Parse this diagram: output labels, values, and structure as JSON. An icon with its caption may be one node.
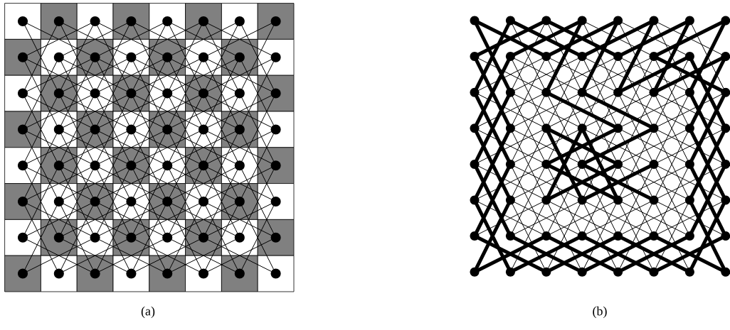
{
  "diagram": {
    "nodes": [
      {
        "text": [],
        "shape": "circle"
      },
      {
        "text": [],
        "shape": "circle"
      },
      {
        "text": [],
        "shape": "circle"
      },
      {
        "text": [],
        "shape": "circle"
      },
      {
        "text": [],
        "shape": "circle"
      },
      {
        "text": [],
        "shape": "circle"
      },
      {
        "text": [],
        "shape": "circle"
      },
      {
        "text": [],
        "shape": "circle"
      },
      {
        "text": [],
        "shape": "circle"
      },
      {
        "text": [],
        "shape": "circle"
      },
      {
        "text": [],
        "shape": "circle"
      },
      {
        "text": [],
        "shape": "circle"
      },
      {
        "text": [],
        "shape": "circle"
      },
      {
        "text": [],
        "shape": "circle"
      },
      {
        "text": [],
        "shape": "circle"
      },
      {
        "text": [],
        "shape": "circle"
      },
      {
        "text": [],
        "shape": "circle"
      },
      {
        "text": [],
        "shape": "circle"
      },
      {
        "text": [],
        "shape": "circle"
      },
      {
        "text": [],
        "shape": "circle"
      },
      {
        "text": [],
        "shape": "circle"
      },
      {
        "text": [],
        "shape": "circle"
      },
      {
        "text": [],
        "shape": "circle"
      },
      {
        "text": [],
        "shape": "circle"
      },
      {
        "text": [],
        "shape": "circle"
      },
      {
        "text": [],
        "shape": "circle"
      },
      {
        "text": [],
        "shape": "circle"
      },
      {
        "text": [],
        "shape": "circle"
      },
      {
        "text": [],
        "shape": "circle"
      },
      {
        "text": [],
        "shape": "circle"
      },
      {
        "text": [],
        "shape": "circle"
      },
      {
        "text": [],
        "shape": "circle"
      },
      {
        "text": [],
        "shape": "circle"
      },
      {
        "text": [],
        "shape": "circle"
      },
      {
        "text": [],
        "shape": "circle"
      },
      {
        "text": [],
        "shape": "circle"
      },
      {
        "text": [],
        "shape": "circle"
      },
      {
        "text": [],
        "shape": "circle"
      },
      {
        "text": [],
        "shape": "circle"
      },
      {
        "text": [],
        "shape": "circle"
      },
      {
        "text": [],
        "shape": "circle"
      },
      {
        "text": [],
        "shape": "circle"
      },
      {
        "text": [],
        "shape": "circle"
      },
      {
        "text": [],
        "shape": "circle"
      },
      {
        "text": [],
        "shape": "circle"
      },
      {
        "text": [],
        "shape": "circle"
      },
      {
        "text": [],
        "shape": "circle"
      },
      {
        "text": [],
        "shape": "circle"
      },
      {
        "text": [],
        "shape": "circle"
      },
      {
        "text": [],
        "shape": "circle"
      },
      {
        "text": [],
        "shape": "circle"
      },
      {
        "text": [],
        "shape": "circle"
      },
      {
        "text": [],
        "shape": "circle"
      },
      {
        "text": [],
        "shape": "circle"
      },
      {
        "text": [],
        "shape": "circle"
      },
      {
        "text": [],
        "shape": "circle"
      },
      {
        "text": [],
        "shape": "circle"
      },
      {
        "text": [],
        "shape": "circle"
      },
      {
        "text": [],
        "shape": "circle"
      },
      {
        "text": [],
        "shape": "circle"
      },
      {
        "text": [],
        "shape": "circle"
      },
      {
        "text": [],
        "shape": "circle"
      },
      {
        "text": [],
        "shape": "circle"
      },
      {
        "text": [],
        "shape": "circle"
      },
      {
        "text": [],
        "shape": "circle"
      },
      {
        "text": [],
        "shape": "circle"
      },
      {
        "text": [],
        "shape": "circle"
      },
      {
        "text": [],
        "shape": "circle"
      },
      {
        "text": [],
        "shape": "circle"
      },
      {
        "text": [],
        "shape": "circle"
      },
      {
        "text": [],
        "shape": "circle"
      },
      {
        "text": [],
        "shape": "circle"
      },
      {
        "text": [],
        "shape": "circle"
      },
      {
        "text": [],
        "shape": "circle"
      },
      {
        "text": [],
        "shape": "circle"
      },
      {
        "text": [],
        "shape": "circle"
      },
      {
        "text": [],
        "shape": "circle"
      },
      {
        "text": [],
        "shape": "circle"
      },
      {
        "text": [],
        "shape": "circle"
      },
      {
        "text": [],
        "shape": "circle"
      },
      {
        "text": [],
        "shape": "circle"
      },
      {
        "text": [],
        "shape": "circle"
      },
      {
        "text": [],
        "shape": "circle"
      },
      {
        "text": [],
        "shape": "circle"
      },
      {
        "text": [],
        "shape": "circle"
      },
      {
        "text": [],
        "shape": "circle"
      },
      {
        "text": [],
        "shape": "circle"
      },
      {
        "text": [],
        "shape": "circle"
      },
      {
        "text": [],
        "shape": "circle"
      },
      {
        "text": [],
        "shape": "circle"
      },
      {
        "text": [],
        "shape": "circle"
      },
      {
        "text": [],
        "shape": "circle"
      },
      {
        "text": [],
        "shape": "circle"
      },
      {
        "text": [],
        "shape": "circle"
      },
      {
        "text": [],
        "shape": "circle"
      },
      {
        "text": [],
        "shape": "circle"
      },
      {
        "text": [],
        "shape": "circle"
      },
      {
        "text": [],
        "shape": "circle"
      },
      {
        "text": [],
        "shape": "circle"
      },
      {
        "text": [],
        "shape": "circle"
      },
      {
        "text": [],
        "shape": "circle"
      },
      {
        "text": [],
        "shape": "circle"
      },
      {
        "text": [],
        "shape": "circle"
      },
      {
        "text": [],
        "shape": "circle"
      },
      {
        "text": [],
        "shape": "circle"
      },
      {
        "text": [],
        "shape": "circle"
      },
      {
        "text": [],
        "shape": "circle"
      },
      {
        "text": [],
        "shape": "circle"
      },
      {
        "text": [],
        "shape": "circle"
      },
      {
        "text": [],
        "shape": "circle"
      },
      {
        "text": [],
        "shape": "circle"
      },
      {
        "text": [],
        "shape": "circle"
      },
      {
        "text": [],
        "shape": "circle"
      },
      {
        "text": [],
        "shape": "circle"
      },
      {
        "text": [],
        "shape": "circle"
      },
      {
        "text": [],
        "shape": "circle"
      },
      {
        "text": [],
        "shape": "circle"
      },
      {
        "text": [],
        "shape": "circle"
      },
      {
        "text": [],
        "shape": "circle"
      },
      {
        "text": [],
        "shape": "circle"
      },
      {
        "text": [],
        "shape": "circle"
      },
      {
        "text": [],
        "shape": "circle"
      },
      {
        "text": [],
        "shape": "circle"
      },
      {
        "text": [],
        "shape": "circle"
      },
      {
        "text": [],
        "shape": "circle"
      },
      {
        "text": [],
        "shape": "circle"
      },
      {
        "text": [],
        "shape": "circle"
      },
      {
        "text": [],
        "shape": "circle"
      }
    ],
    "edges": [
      {
        "from": 0,
        "to": 10,
        "arrow": "none"
      },
      {
        "from": 0,
        "to": 17,
        "arrow": "none"
      },
      {
        "from": 1,
        "to": 11,
        "arrow": "none"
      },
      {
        "from": 1,
        "to": 18,
        "arrow": "none"
      },
      {
        "from": 1,
        "to": 16,
        "arrow": "none"
      },
      {
        "from": 2,
        "to": 12,
        "arrow": "none"
      },
      {
        "from": 2,
        "to": 8,
        "arrow": "none"
      },
      {
        "from": 2,
        "to": 19,
        "arrow": "none"
      },
      {
        "from": 2,
        "to": 17,
        "arrow": "none"
      },
      {
        "from": 3,
        "to": 13,
        "arrow": "none"
      },
      {
        "from": 3,
        "to": 9,
        "arrow": "none"
      },
      {
        "from": 3,
        "to": 20,
        "arrow": "none"
      },
      {
        "from": 3,
        "to": 18,
        "arrow": "none"
      },
      {
        "from": 4,
        "to": 14,
        "arrow": "none"
      },
      {
        "from": 4,
        "to": 10,
        "arrow": "none"
      },
      {
        "from": 4,
        "to": 21,
        "arrow": "none"
      },
      {
        "from": 4,
        "to": 19,
        "arrow": "none"
      },
      {
        "from": 5,
        "to": 15,
        "arrow": "none"
      },
      {
        "from": 5,
        "to": 11,
        "arrow": "none"
      },
      {
        "from": 5,
        "to": 22,
        "arrow": "none"
      },
      {
        "from": 5,
        "to": 20,
        "arrow": "none"
      },
      {
        "from": 6,
        "to": 12,
        "arrow": "none"
      },
      {
        "from": 6,
        "to": 23,
        "arrow": "none"
      },
      {
        "from": 6,
        "to": 21,
        "arrow": "none"
      },
      {
        "from": 7,
        "to": 13,
        "arrow": "none"
      },
      {
        "from": 7,
        "to": 22,
        "arrow": "none"
      },
      {
        "from": 8,
        "to": 18,
        "arrow": "none"
      },
      {
        "from": 8,
        "to": 25,
        "arrow": "none"
      },
      {
        "from": 9,
        "to": 19,
        "arrow": "none"
      },
      {
        "from": 9,
        "to": 26,
        "arrow": "none"
      },
      {
        "from": 9,
        "to": 24,
        "arrow": "none"
      },
      {
        "from": 10,
        "to": 20,
        "arrow": "none"
      },
      {
        "from": 10,
        "to": 16,
        "arrow": "none"
      },
      {
        "from": 10,
        "to": 27,
        "arrow": "none"
      },
      {
        "from": 10,
        "to": 25,
        "arrow": "none"
      },
      {
        "from": 11,
        "to": 21,
        "arrow": "none"
      },
      {
        "from": 11,
        "to": 17,
        "arrow": "none"
      },
      {
        "from": 11,
        "to": 28,
        "arrow": "none"
      },
      {
        "from": 11,
        "to": 26,
        "arrow": "none"
      },
      {
        "from": 12,
        "to": 22,
        "arrow": "none"
      },
      {
        "from": 12,
        "to": 18,
        "arrow": "none"
      },
      {
        "from": 12,
        "to": 29,
        "arrow": "none"
      },
      {
        "from": 12,
        "to": 27,
        "arrow": "none"
      },
      {
        "from": 13,
        "to": 23,
        "arrow": "none"
      },
      {
        "from": 13,
        "to": 19,
        "arrow": "none"
      },
      {
        "from": 13,
        "to": 30,
        "arrow": "none"
      },
      {
        "from": 13,
        "to": 28,
        "arrow": "none"
      },
      {
        "from": 14,
        "to": 20,
        "arrow": "none"
      },
      {
        "from": 14,
        "to": 31,
        "arrow": "none"
      },
      {
        "from": 14,
        "to": 29,
        "arrow": "none"
      },
      {
        "from": 15,
        "to": 21,
        "arrow": "none"
      },
      {
        "from": 15,
        "to": 30,
        "arrow": "none"
      },
      {
        "from": 16,
        "to": 26,
        "arrow": "none"
      },
      {
        "from": 16,
        "to": 33,
        "arrow": "none"
      },
      {
        "from": 17,
        "to": 27,
        "arrow": "none"
      },
      {
        "from": 17,
        "to": 34,
        "arrow": "none"
      },
      {
        "from": 17,
        "to": 32,
        "arrow": "none"
      },
      {
        "from": 18,
        "to": 28,
        "arrow": "none"
      },
      {
        "from": 18,
        "to": 24,
        "arrow": "none"
      },
      {
        "from": 18,
        "to": 35,
        "arrow": "none"
      },
      {
        "from": 18,
        "to": 33,
        "arrow": "none"
      },
      {
        "from": 19,
        "to": 29,
        "arrow": "none"
      },
      {
        "from": 19,
        "to": 25,
        "arrow": "none"
      },
      {
        "from": 19,
        "to": 36,
        "arrow": "none"
      },
      {
        "from": 19,
        "to": 34,
        "arrow": "none"
      },
      {
        "from": 20,
        "to": 30,
        "arrow": "none"
      },
      {
        "from": 20,
        "to": 26,
        "arrow": "none"
      },
      {
        "from": 20,
        "to": 37,
        "arrow": "none"
      },
      {
        "from": 20,
        "to": 35,
        "arrow": "none"
      },
      {
        "from": 21,
        "to": 31,
        "arrow": "none"
      },
      {
        "from": 21,
        "to": 27,
        "arrow": "none"
      },
      {
        "from": 21,
        "to": 38,
        "arrow": "none"
      },
      {
        "from": 21,
        "to": 36,
        "arrow": "none"
      },
      {
        "from": 22,
        "to": 28,
        "arrow": "none"
      },
      {
        "from": 22,
        "to": 39,
        "arrow": "none"
      },
      {
        "from": 22,
        "to": 37,
        "arrow": "none"
      },
      {
        "from": 23,
        "to": 29,
        "arrow": "none"
      },
      {
        "from": 23,
        "to": 38,
        "arrow": "none"
      },
      {
        "from": 24,
        "to": 34,
        "arrow": "none"
      },
      {
        "from": 24,
        "to": 41,
        "arrow": "none"
      },
      {
        "from": 25,
        "to": 35,
        "arrow": "none"
      },
      {
        "from": 25,
        "to": 42,
        "arrow": "none"
      },
      {
        "from": 25,
        "to": 40,
        "arrow": "none"
      },
      {
        "from": 26,
        "to": 36,
        "arrow": "none"
      },
      {
        "from": 26,
        "to": 32,
        "arrow": "none"
      },
      {
        "from": 26,
        "to": 43,
        "arrow": "none"
      },
      {
        "from": 26,
        "to": 41,
        "arrow": "none"
      },
      {
        "from": 27,
        "to": 37,
        "arrow": "none"
      },
      {
        "from": 27,
        "to": 33,
        "arrow": "none"
      },
      {
        "from": 27,
        "to": 44,
        "arrow": "none"
      },
      {
        "from": 27,
        "to": 42,
        "arrow": "none"
      },
      {
        "from": 28,
        "to": 38,
        "arrow": "none"
      },
      {
        "from": 28,
        "to": 34,
        "arrow": "none"
      },
      {
        "from": 28,
        "to": 45,
        "arrow": "none"
      },
      {
        "from": 28,
        "to": 43,
        "arrow": "none"
      },
      {
        "from": 29,
        "to": 39,
        "arrow": "none"
      },
      {
        "from": 29,
        "to": 35,
        "arrow": "none"
      },
      {
        "from": 29,
        "to": 46,
        "arrow": "none"
      },
      {
        "from": 29,
        "to": 44,
        "arrow": "none"
      },
      {
        "from": 30,
        "to": 36,
        "arrow": "none"
      },
      {
        "from": 30,
        "to": 47,
        "arrow": "none"
      },
      {
        "from": 30,
        "to": 45,
        "arrow": "none"
      },
      {
        "from": 31,
        "to": 37,
        "arrow": "none"
      },
      {
        "from": 31,
        "to": 46,
        "arrow": "none"
      },
      {
        "from": 32,
        "to": 42,
        "arrow": "none"
      },
      {
        "from": 32,
        "to": 49,
        "arrow": "none"
      },
      {
        "from": 33,
        "to": 43,
        "arrow": "none"
      },
      {
        "from": 33,
        "to": 50,
        "arrow": "none"
      },
      {
        "from": 33,
        "to": 48,
        "arrow": "none"
      },
      {
        "from": 34,
        "to": 44,
        "arrow": "none"
      },
      {
        "from": 34,
        "to": 40,
        "arrow": "none"
      },
      {
        "from": 34,
        "to": 51,
        "arrow": "none"
      },
      {
        "from": 34,
        "to": 49,
        "arrow": "none"
      },
      {
        "from": 35,
        "to": 45,
        "arrow": "none"
      },
      {
        "from": 35,
        "to": 41,
        "arrow": "none"
      },
      {
        "from": 35,
        "to": 52,
        "arrow": "none"
      },
      {
        "from": 35,
        "to": 50,
        "arrow": "none"
      },
      {
        "from": 36,
        "to": 46,
        "arrow": "none"
      },
      {
        "from": 36,
        "to": 42,
        "arrow": "none"
      },
      {
        "from": 36,
        "to": 53,
        "arrow": "none"
      },
      {
        "from": 36,
        "to": 51,
        "arrow": "none"
      },
      {
        "from": 37,
        "to": 47,
        "arrow": "none"
      },
      {
        "from": 37,
        "to": 43,
        "arrow": "none"
      },
      {
        "from": 37,
        "to": 54,
        "arrow": "none"
      },
      {
        "from": 37,
        "to": 52,
        "arrow": "none"
      },
      {
        "from": 38,
        "to": 44,
        "arrow": "none"
      },
      {
        "from": 38,
        "to": 55,
        "arrow": "none"
      },
      {
        "from": 38,
        "to": 53,
        "arrow": "none"
      },
      {
        "from": 39,
        "to": 45,
        "arrow": "none"
      },
      {
        "from": 39,
        "to": 54,
        "arrow": "none"
      },
      {
        "from": 40,
        "to": 50,
        "arrow": "none"
      },
      {
        "from": 40,
        "to": 57,
        "arrow": "none"
      },
      {
        "from": 41,
        "to": 51,
        "arrow": "none"
      },
      {
        "from": 41,
        "to": 58,
        "arrow": "none"
      },
      {
        "from": 41,
        "to": 56,
        "arrow": "none"
      },
      {
        "from": 42,
        "to": 52,
        "arrow": "none"
      },
      {
        "from": 42,
        "to": 48,
        "arrow": "none"
      },
      {
        "from": 42,
        "to": 59,
        "arrow": "none"
      },
      {
        "from": 42,
        "to": 57,
        "arrow": "none"
      },
      {
        "from": 43,
        "to": 53,
        "arrow": "none"
      },
      {
        "from": 43,
        "to": 49,
        "arrow": "none"
      },
      {
        "from": 43,
        "to": 60,
        "arrow": "none"
      },
      {
        "from": 43,
        "to": 58,
        "arrow": "none"
      },
      {
        "from": 44,
        "to": 54,
        "arrow": "none"
      },
      {
        "from": 44,
        "to": 50,
        "arrow": "none"
      },
      {
        "from": 44,
        "to": 61,
        "arrow": "none"
      },
      {
        "from": 44,
        "to": 59,
        "arrow": "none"
      },
      {
        "from": 45,
        "to": 55,
        "arrow": "none"
      },
      {
        "from": 45,
        "to": 51,
        "arrow": "none"
      },
      {
        "from": 45,
        "to": 62,
        "arrow": "none"
      },
      {
        "from": 45,
        "to": 60,
        "arrow": "none"
      },
      {
        "from": 46,
        "to": 52,
        "arrow": "none"
      },
      {
        "from": 46,
        "to": 63,
        "arrow": "none"
      },
      {
        "from": 46,
        "to": 61,
        "arrow": "none"
      },
      {
        "from": 47,
        "to": 53,
        "arrow": "none"
      },
      {
        "from": 47,
        "to": 62,
        "arrow": "none"
      },
      {
        "from": 48,
        "to": 58,
        "arrow": "none"
      },
      {
        "from": 49,
        "to": 59,
        "arrow": "none"
      },
      {
        "from": 50,
        "to": 60,
        "arrow": "none"
      },
      {
        "from": 50,
        "to": 56,
        "arrow": "none"
      },
      {
        "from": 51,
        "to": 61,
        "arrow": "none"
      },
      {
        "from": 51,
        "to": 57,
        "arrow": "none"
      },
      {
        "from": 52,
        "to": 62,
        "arrow": "none"
      },
      {
        "from": 52,
        "to": 58,
        "arrow": "none"
      },
      {
        "from": 53,
        "to": 63,
        "arrow": "none"
      },
      {
        "from": 53,
        "to": 59,
        "arrow": "none"
      },
      {
        "from": 54,
        "to": 60,
        "arrow": "none"
      },
      {
        "from": 55,
        "to": 61,
        "arrow": "none"
      },
      {
        "from": 64,
        "to": 74,
        "arrow": "none",
        "style": "thick"
      },
      {
        "from": 64,
        "to": 81,
        "arrow": "none",
        "style": "thick"
      },
      {
        "from": 65,
        "to": 75,
        "arrow": "none",
        "style": "thick"
      },
      {
        "from": 65,
        "to": 82,
        "arrow": "none"
      },
      {
        "from": 65,
        "to": 80,
        "arrow": "none",
        "style": "thick"
      },
      {
        "from": 66,
        "to": 76,
        "arrow": "none",
        "style": "thick"
      },
      {
        "from": 66,
        "to": 72,
        "arrow": "none",
        "style": "thick"
      },
      {
        "from": 66,
        "to": 83,
        "arrow": "none"
      },
      {
        "from": 66,
        "to": 81,
        "arrow": "none"
      },
      {
        "from": 67,
        "to": 77,
        "arrow": "none"
      },
      {
        "from": 67,
        "to": 73,
        "arrow": "none",
        "style": "thick"
      },
      {
        "from": 67,
        "to": 84,
        "arrow": "none"
      },
      {
        "from": 67,
        "to": 82,
        "arrow": "none",
        "style": "thick"
      },
      {
        "from": 68,
        "to": 78,
        "arrow": "none"
      },
      {
        "from": 68,
        "to": 74,
        "arrow": "none",
        "style": "thick"
      },
      {
        "from": 68,
        "to": 85,
        "arrow": "none"
      },
      {
        "from": 68,
        "to": 83,
        "arrow": "none",
        "style": "thick"
      },
      {
        "from": 69,
        "to": 79,
        "arrow": "none"
      },
      {
        "from": 69,
        "to": 75,
        "arrow": "none",
        "style": "thick"
      },
      {
        "from": 69,
        "to": 86,
        "arrow": "none"
      },
      {
        "from": 69,
        "to": 84,
        "arrow": "none",
        "style": "thick"
      },
      {
        "from": 70,
        "to": 76,
        "arrow": "none",
        "style": "thick"
      },
      {
        "from": 70,
        "to": 87,
        "arrow": "none"
      },
      {
        "from": 70,
        "to": 85,
        "arrow": "none",
        "style": "thick"
      },
      {
        "from": 71,
        "to": 77,
        "arrow": "none",
        "style": "thick"
      },
      {
        "from": 71,
        "to": 86,
        "arrow": "none",
        "style": "thick"
      },
      {
        "from": 72,
        "to": 82,
        "arrow": "none"
      },
      {
        "from": 72,
        "to": 89,
        "arrow": "none",
        "style": "thick"
      },
      {
        "from": 73,
        "to": 83,
        "arrow": "none"
      },
      {
        "from": 73,
        "to": 90,
        "arrow": "none"
      },
      {
        "from": 73,
        "to": 88,
        "arrow": "none",
        "style": "thick"
      },
      {
        "from": 74,
        "to": 84,
        "arrow": "none"
      },
      {
        "from": 74,
        "to": 80,
        "arrow": "none"
      },
      {
        "from": 74,
        "to": 91,
        "arrow": "none"
      },
      {
        "from": 74,
        "to": 89,
        "arrow": "none"
      },
      {
        "from": 75,
        "to": 85,
        "arrow": "none"
      },
      {
        "from": 75,
        "to": 81,
        "arrow": "none"
      },
      {
        "from": 75,
        "to": 92,
        "arrow": "none"
      },
      {
        "from": 75,
        "to": 90,
        "arrow": "none"
      },
      {
        "from": 76,
        "to": 86,
        "arrow": "none"
      },
      {
        "from": 76,
        "to": 82,
        "arrow": "none"
      },
      {
        "from": 76,
        "to": 93,
        "arrow": "none"
      },
      {
        "from": 76,
        "to": 91,
        "arrow": "none"
      },
      {
        "from": 77,
        "to": 87,
        "arrow": "none",
        "style": "thick"
      },
      {
        "from": 77,
        "to": 83,
        "arrow": "none"
      },
      {
        "from": 77,
        "to": 94,
        "arrow": "none"
      },
      {
        "from": 77,
        "to": 92,
        "arrow": "none"
      },
      {
        "from": 78,
        "to": 84,
        "arrow": "none",
        "style": "thick"
      },
      {
        "from": 78,
        "to": 95,
        "arrow": "none",
        "style": "thick"
      },
      {
        "from": 78,
        "to": 93,
        "arrow": "none"
      },
      {
        "from": 79,
        "to": 85,
        "arrow": "none",
        "style": "thick"
      },
      {
        "from": 79,
        "to": 94,
        "arrow": "none",
        "style": "thick"
      },
      {
        "from": 80,
        "to": 90,
        "arrow": "none"
      },
      {
        "from": 80,
        "to": 97,
        "arrow": "none",
        "style": "thick"
      },
      {
        "from": 81,
        "to": 91,
        "arrow": "none"
      },
      {
        "from": 81,
        "to": 98,
        "arrow": "none"
      },
      {
        "from": 81,
        "to": 96,
        "arrow": "none",
        "style": "thick"
      },
      {
        "from": 82,
        "to": 92,
        "arrow": "none",
        "style": "thick"
      },
      {
        "from": 82,
        "to": 88,
        "arrow": "none"
      },
      {
        "from": 82,
        "to": 99,
        "arrow": "none"
      },
      {
        "from": 82,
        "to": 97,
        "arrow": "none"
      },
      {
        "from": 83,
        "to": 93,
        "arrow": "none",
        "style": "thick"
      },
      {
        "from": 83,
        "to": 89,
        "arrow": "none"
      },
      {
        "from": 83,
        "to": 100,
        "arrow": "none"
      },
      {
        "from": 83,
        "to": 98,
        "arrow": "none"
      },
      {
        "from": 84,
        "to": 94,
        "arrow": "none"
      },
      {
        "from": 84,
        "to": 90,
        "arrow": "none"
      },
      {
        "from": 84,
        "to": 101,
        "arrow": "none"
      },
      {
        "from": 84,
        "to": 99,
        "arrow": "none"
      },
      {
        "from": 85,
        "to": 95,
        "arrow": "none"
      },
      {
        "from": 85,
        "to": 91,
        "arrow": "none"
      },
      {
        "from": 85,
        "to": 102,
        "arrow": "none"
      },
      {
        "from": 85,
        "to": 100,
        "arrow": "none"
      },
      {
        "from": 86,
        "to": 92,
        "arrow": "none"
      },
      {
        "from": 86,
        "to": 103,
        "arrow": "none",
        "style": "thick"
      },
      {
        "from": 86,
        "to": 101,
        "arrow": "none"
      },
      {
        "from": 87,
        "to": 93,
        "arrow": "none"
      },
      {
        "from": 87,
        "to": 102,
        "arrow": "none",
        "style": "thick"
      },
      {
        "from": 88,
        "to": 98,
        "arrow": "none"
      },
      {
        "from": 88,
        "to": 105,
        "arrow": "none",
        "style": "thick"
      },
      {
        "from": 89,
        "to": 99,
        "arrow": "none"
      },
      {
        "from": 89,
        "to": 106,
        "arrow": "none"
      },
      {
        "from": 89,
        "to": 104,
        "arrow": "none",
        "style": "thick"
      },
      {
        "from": 90,
        "to": 100,
        "arrow": "none",
        "style": "thick"
      },
      {
        "from": 90,
        "to": 96,
        "arrow": "none"
      },
      {
        "from": 90,
        "to": 107,
        "arrow": "none",
        "style": "thick"
      },
      {
        "from": 90,
        "to": 105,
        "arrow": "none"
      },
      {
        "from": 91,
        "to": 101,
        "arrow": "none"
      },
      {
        "from": 91,
        "to": 97,
        "arrow": "none"
      },
      {
        "from": 91,
        "to": 108,
        "arrow": "none",
        "style": "thick"
      },
      {
        "from": 91,
        "to": 106,
        "arrow": "none",
        "style": "thick"
      },
      {
        "from": 92,
        "to": 102,
        "arrow": "none"
      },
      {
        "from": 92,
        "to": 98,
        "arrow": "none",
        "style": "thick"
      },
      {
        "from": 92,
        "to": 109,
        "arrow": "none"
      },
      {
        "from": 92,
        "to": 107,
        "arrow": "none"
      },
      {
        "from": 93,
        "to": 103,
        "arrow": "none"
      },
      {
        "from": 93,
        "to": 99,
        "arrow": "none",
        "style": "thick"
      },
      {
        "from": 93,
        "to": 110,
        "arrow": "none"
      },
      {
        "from": 93,
        "to": 108,
        "arrow": "none"
      },
      {
        "from": 94,
        "to": 100,
        "arrow": "none"
      },
      {
        "from": 94,
        "to": 111,
        "arrow": "none",
        "style": "thick"
      },
      {
        "from": 94,
        "to": 109,
        "arrow": "none"
      },
      {
        "from": 95,
        "to": 101,
        "arrow": "none"
      },
      {
        "from": 95,
        "to": 110,
        "arrow": "none",
        "style": "thick"
      },
      {
        "from": 96,
        "to": 106,
        "arrow": "none"
      },
      {
        "from": 96,
        "to": 113,
        "arrow": "none",
        "style": "thick"
      },
      {
        "from": 97,
        "to": 107,
        "arrow": "none"
      },
      {
        "from": 97,
        "to": 114,
        "arrow": "none"
      },
      {
        "from": 97,
        "to": 112,
        "arrow": "none",
        "style": "thick"
      },
      {
        "from": 98,
        "to": 108,
        "arrow": "none",
        "style": "thick"
      },
      {
        "from": 98,
        "to": 104,
        "arrow": "none"
      },
      {
        "from": 98,
        "to": 115,
        "arrow": "none"
      },
      {
        "from": 98,
        "to": 113,
        "arrow": "none"
      },
      {
        "from": 99,
        "to": 109,
        "arrow": "none",
        "style": "thick"
      },
      {
        "from": 99,
        "to": 105,
        "arrow": "none"
      },
      {
        "from": 99,
        "to": 116,
        "arrow": "none"
      },
      {
        "from": 99,
        "to": 114,
        "arrow": "none"
      },
      {
        "from": 100,
        "to": 110,
        "arrow": "none"
      },
      {
        "from": 100,
        "to": 106,
        "arrow": "none",
        "style": "thick"
      },
      {
        "from": 100,
        "to": 117,
        "arrow": "none"
      },
      {
        "from": 100,
        "to": 115,
        "arrow": "none"
      },
      {
        "from": 101,
        "to": 111,
        "arrow": "none"
      },
      {
        "from": 101,
        "to": 107,
        "arrow": "none",
        "style": "thick"
      },
      {
        "from": 101,
        "to": 118,
        "arrow": "none"
      },
      {
        "from": 101,
        "to": 116,
        "arrow": "none"
      },
      {
        "from": 102,
        "to": 108,
        "arrow": "none"
      },
      {
        "from": 102,
        "to": 119,
        "arrow": "none",
        "style": "thick"
      },
      {
        "from": 102,
        "to": 117,
        "arrow": "none"
      },
      {
        "from": 103,
        "to": 109,
        "arrow": "none"
      },
      {
        "from": 103,
        "to": 118,
        "arrow": "none",
        "style": "thick"
      },
      {
        "from": 104,
        "to": 114,
        "arrow": "none"
      },
      {
        "from": 104,
        "to": 121,
        "arrow": "none",
        "style": "thick"
      },
      {
        "from": 105,
        "to": 115,
        "arrow": "none"
      },
      {
        "from": 105,
        "to": 122,
        "arrow": "none"
      },
      {
        "from": 105,
        "to": 120,
        "arrow": "none",
        "style": "thick"
      },
      {
        "from": 106,
        "to": 116,
        "arrow": "none"
      },
      {
        "from": 106,
        "to": 112,
        "arrow": "none"
      },
      {
        "from": 106,
        "to": 123,
        "arrow": "none"
      },
      {
        "from": 106,
        "to": 121,
        "arrow": "none"
      },
      {
        "from": 107,
        "to": 117,
        "arrow": "none"
      },
      {
        "from": 107,
        "to": 113,
        "arrow": "none"
      },
      {
        "from": 107,
        "to": 124,
        "arrow": "none"
      },
      {
        "from": 107,
        "to": 122,
        "arrow": "none"
      },
      {
        "from": 108,
        "to": 118,
        "arrow": "none"
      },
      {
        "from": 108,
        "to": 114,
        "arrow": "none"
      },
      {
        "from": 108,
        "to": 125,
        "arrow": "none"
      },
      {
        "from": 108,
        "to": 123,
        "arrow": "none"
      },
      {
        "from": 109,
        "to": 119,
        "arrow": "none"
      },
      {
        "from": 109,
        "to": 115,
        "arrow": "none"
      },
      {
        "from": 109,
        "to": 126,
        "arrow": "none"
      },
      {
        "from": 109,
        "to": 124,
        "arrow": "none"
      },
      {
        "from": 110,
        "to": 116,
        "arrow": "none"
      },
      {
        "from": 110,
        "to": 127,
        "arrow": "none",
        "style": "thick"
      },
      {
        "from": 110,
        "to": 125,
        "arrow": "none"
      },
      {
        "from": 111,
        "to": 117,
        "arrow": "none"
      },
      {
        "from": 111,
        "to": 126,
        "arrow": "none",
        "style": "thick"
      },
      {
        "from": 112,
        "to": 122,
        "arrow": "none",
        "style": "thick"
      },
      {
        "from": 113,
        "to": 123,
        "arrow": "none",
        "style": "thick"
      },
      {
        "from": 114,
        "to": 124,
        "arrow": "none",
        "style": "thick"
      },
      {
        "from": 114,
        "to": 120,
        "arrow": "none",
        "style": "thick"
      },
      {
        "from": 115,
        "to": 125,
        "arrow": "none",
        "style": "thick"
      },
      {
        "from": 115,
        "to": 121,
        "arrow": "none",
        "style": "thick"
      },
      {
        "from": 116,
        "to": 126,
        "arrow": "none",
        "style": "thick"
      },
      {
        "from": 116,
        "to": 122,
        "arrow": "none",
        "style": "thick"
      },
      {
        "from": 117,
        "to": 127,
        "arrow": "none",
        "style": "thick"
      },
      {
        "from": 117,
        "to": 123,
        "arrow": "none",
        "style": "thick"
      },
      {
        "from": 118,
        "to": 124,
        "arrow": "none",
        "style": "thick"
      },
      {
        "from": 119,
        "to": 125,
        "arrow": "none",
        "style": "thick"
      }
    ],
    "labels": [
      "(a)",
      "(b)"
    ]
  }
}
